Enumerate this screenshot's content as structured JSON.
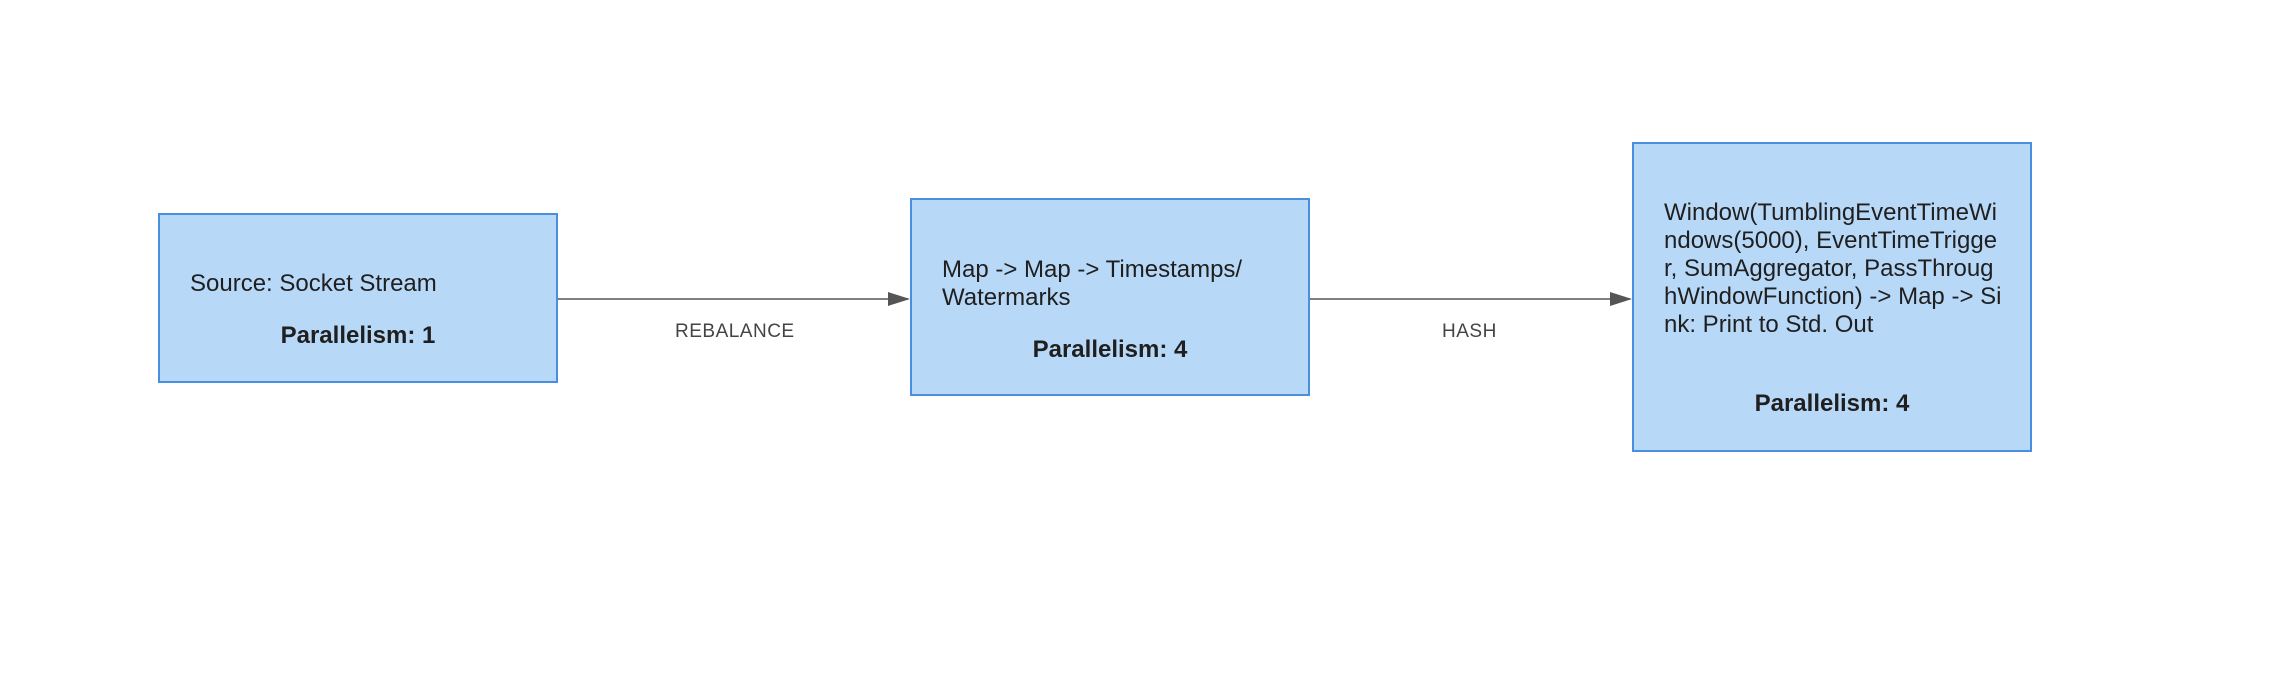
{
  "nodes": [
    {
      "label": "Source: Socket Stream",
      "parallelism": "Parallelism: 1"
    },
    {
      "label": "Map -> Map -> Timestamps/ Watermarks",
      "parallelism": "Parallelism: 4"
    },
    {
      "label": "Window(TumblingEventTimeWindows(5000), EventTimeTrigger, SumAggregator, PassThroughWindowFunction) -> Map -> Sink: Print to Std. Out",
      "parallelism": "Parallelism: 4"
    }
  ],
  "edges": [
    {
      "label": "REBALANCE"
    },
    {
      "label": "HASH"
    }
  ],
  "colors": {
    "node_fill": "#b8d8f8",
    "node_border": "#4a8ee0",
    "edge_line": "#555555"
  }
}
